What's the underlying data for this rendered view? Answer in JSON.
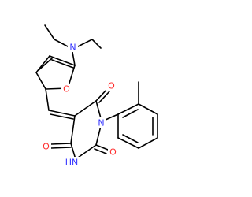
{
  "structure": {
    "labels": {
      "amine_n": "N",
      "furan_o": "O",
      "carbonyl_o_top": "O",
      "carbonyl_o_left": "O",
      "carbonyl_o_right": "O",
      "ring_n_substituted": "N",
      "ring_n_h": "HN"
    },
    "colors": {
      "nitrogen": "#3333ff",
      "oxygen": "#ff2a2a",
      "bond": "#000000",
      "background": "#ffffff"
    }
  }
}
